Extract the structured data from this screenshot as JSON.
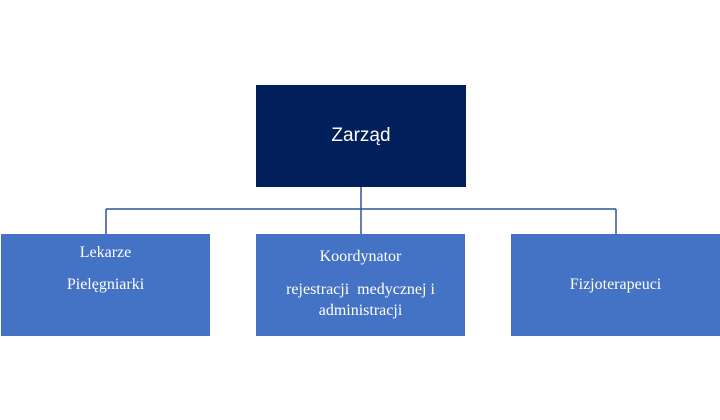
{
  "colors": {
    "root_fill": "#001F5B",
    "child_fill": "#4472C4",
    "connector": "#2F5597",
    "text": "#FFFFFF"
  },
  "root": {
    "label": "Zarząd"
  },
  "children": [
    {
      "lines": [
        "Lekarze",
        "Pielęgniarki"
      ]
    },
    {
      "lines": [
        "Koordynator",
        "rejestracji  medycznej i",
        "administracji"
      ]
    },
    {
      "lines": [
        "Fizjoterapeuci"
      ]
    }
  ]
}
